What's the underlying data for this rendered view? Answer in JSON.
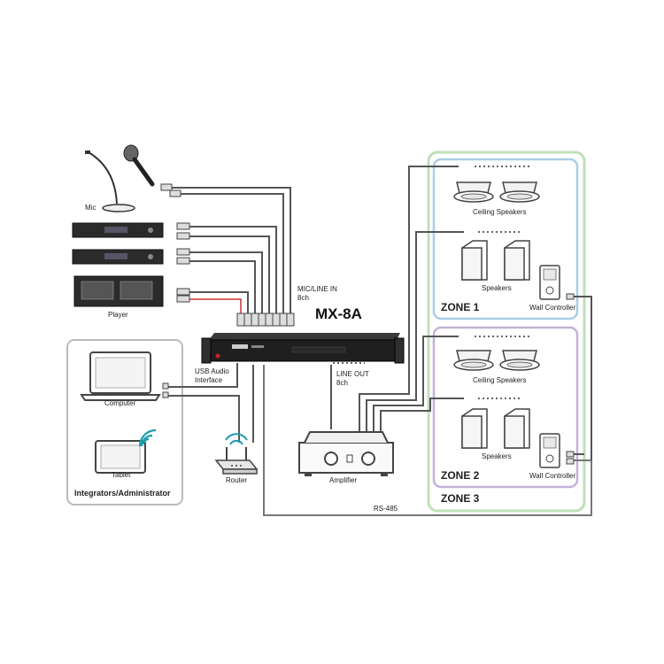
{
  "title": "MX-8A",
  "labels": {
    "mic": "Mic",
    "player": "Player",
    "mic_line_in": [
      "MIC/LINE IN",
      "8ch"
    ],
    "usb_audio": [
      "USB Audio",
      "Interface"
    ],
    "line_out": [
      "LINE OUT",
      "8ch"
    ],
    "computer": "Computer",
    "tablet": "Tablet",
    "router": "Router",
    "amplifier": "Amplifier",
    "rs485": "RS-485",
    "integrators": "Integrators/Administrator"
  },
  "zones": {
    "zone1": {
      "name": "ZONE 1",
      "ceiling": "Ceiling Speakers",
      "speakers": "Speakers",
      "controller": "Wall Controller"
    },
    "zone2": {
      "name": "ZONE 2",
      "ceiling": "Ceiling Speakers",
      "speakers": "Speakers",
      "controller": "Wall Controller"
    },
    "zone3": {
      "name": "ZONE 3"
    }
  },
  "colors": {
    "zone1_border": "#a9cfe6",
    "zone2_border": "#c4b2d8",
    "zone3_border": "#bfe0b8",
    "cable": "#555555",
    "device_dark": "#2b2b2b",
    "frame": "#bbbbbb"
  }
}
